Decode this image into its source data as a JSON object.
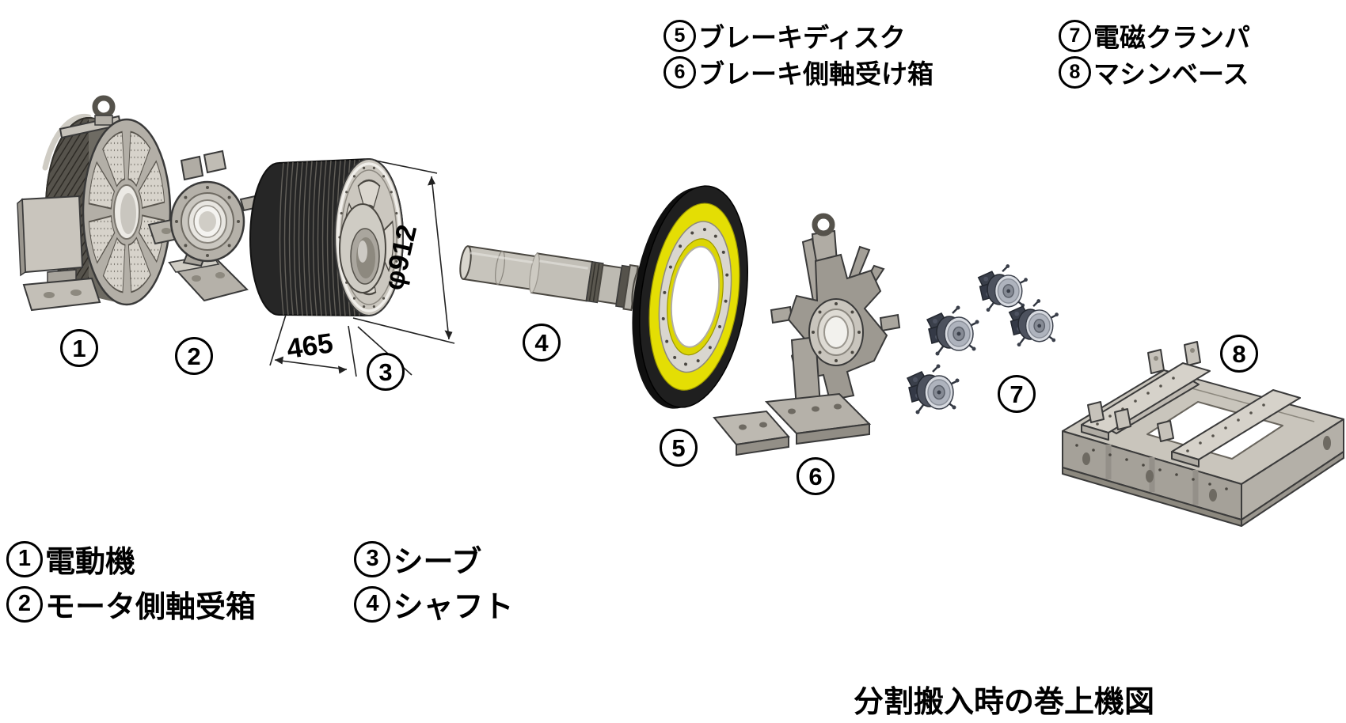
{
  "figure": {
    "caption": "分割搬入時の巻上機図"
  },
  "legend": {
    "top_center": [
      {
        "num": "5",
        "label": "ブレーキディスク"
      },
      {
        "num": "6",
        "label": "ブレーキ側軸受け箱"
      }
    ],
    "top_right": [
      {
        "num": "7",
        "label": "電磁クランパ"
      },
      {
        "num": "8",
        "label": "マシンベース"
      }
    ],
    "bottom_left_col1": [
      {
        "num": "1",
        "label": "電動機"
      },
      {
        "num": "2",
        "label": "モータ側軸受箱"
      }
    ],
    "bottom_left_col2": [
      {
        "num": "3",
        "label": "シーブ"
      },
      {
        "num": "4",
        "label": "シャフト"
      }
    ]
  },
  "callouts": [
    {
      "num": "1",
      "part": "電動機"
    },
    {
      "num": "2",
      "part": "モータ側軸受箱"
    },
    {
      "num": "3",
      "part": "シーブ"
    },
    {
      "num": "4",
      "part": "シャフト"
    },
    {
      "num": "5",
      "part": "ブレーキディスク"
    },
    {
      "num": "6",
      "part": "ブレーキ側軸受け箱"
    },
    {
      "num": "7",
      "part": "電磁クランパ"
    },
    {
      "num": "8",
      "part": "マシンベース"
    }
  ],
  "dimensions": {
    "sheave_width": "465",
    "sheave_diameter": "φ912"
  },
  "colors": {
    "background": "#ffffff",
    "ink": "#000000",
    "steel_light": "#c9c5bc",
    "steel_mid": "#aaa69e",
    "steel_dark": "#8a867e",
    "drum_dark": "#232323",
    "brake_yellow": "#e4de04",
    "clamper_dark": "#3a3f4a"
  }
}
